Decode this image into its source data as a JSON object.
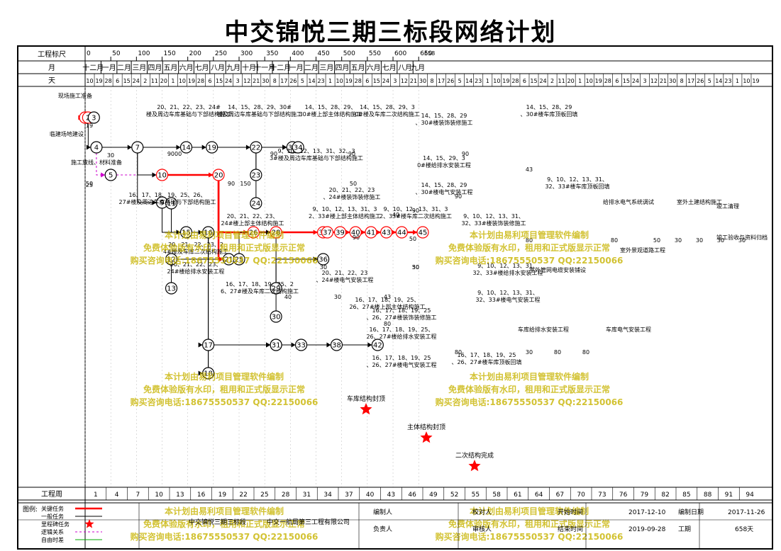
{
  "title": "中交锦悦三期三标段网络计划",
  "header": {
    "scale_label": "工程标尺",
    "month_label": "月",
    "day_label": "天",
    "week_label": "工程周"
  },
  "scale": {
    "start": 0,
    "end": 658,
    "ticks": [
      0,
      50,
      100,
      150,
      200,
      250,
      300,
      350,
      400,
      450,
      500,
      550,
      600,
      650
    ],
    "end_label": "658"
  },
  "months": [
    {
      "label": "十二月",
      "start": 0,
      "end": 31
    },
    {
      "label": "一月",
      "start": 31,
      "end": 62
    },
    {
      "label": "二月",
      "start": 62,
      "end": 90
    },
    {
      "label": "三月",
      "start": 90,
      "end": 121
    },
    {
      "label": "四月",
      "start": 121,
      "end": 151
    },
    {
      "label": "五月",
      "start": 151,
      "end": 182
    },
    {
      "label": "六月",
      "start": 182,
      "end": 212
    },
    {
      "label": "七月",
      "start": 212,
      "end": 243
    },
    {
      "label": "八月",
      "start": 243,
      "end": 274
    },
    {
      "label": "九月",
      "start": 274,
      "end": 304
    },
    {
      "label": "十月",
      "start": 304,
      "end": 335
    },
    {
      "label": "十一月",
      "start": 335,
      "end": 365
    },
    {
      "label": "十二月",
      "start": 365,
      "end": 396
    },
    {
      "label": "一月",
      "start": 396,
      "end": 427
    },
    {
      "label": "二月",
      "start": 427,
      "end": 455
    },
    {
      "label": "三月",
      "start": 455,
      "end": 486
    },
    {
      "label": "四月",
      "start": 486,
      "end": 516
    },
    {
      "label": "五月",
      "start": 516,
      "end": 547
    },
    {
      "label": "六月",
      "start": 547,
      "end": 577
    },
    {
      "label": "七月",
      "start": 577,
      "end": 608
    },
    {
      "label": "八月",
      "start": 608,
      "end": 639
    },
    {
      "label": "九月",
      "start": 639,
      "end": 658
    }
  ],
  "days": [
    "10",
    "19",
    "28",
    "6",
    "15",
    "24",
    "2",
    "11",
    "20",
    "1",
    "10",
    "19",
    "28",
    "6",
    "15",
    "24",
    "3",
    "12",
    "21",
    "30",
    "8",
    "17",
    "26",
    "5",
    "14",
    "23",
    "1",
    "10",
    "19",
    "28",
    "6",
    "15",
    "24",
    "3",
    "12",
    "21",
    "30",
    "8",
    "17",
    "26",
    "5",
    "14",
    "23",
    "1",
    "10",
    "19",
    "28",
    "6",
    "15",
    "24",
    "2",
    "11",
    "20",
    "1",
    "10",
    "19",
    "28",
    "6",
    "15",
    "24",
    "3",
    "12",
    "21",
    "30",
    "8",
    "17",
    "26",
    "5",
    "14",
    "23",
    "1",
    "10",
    "19"
  ],
  "weeks": [
    "1",
    "4",
    "7",
    "10",
    "13",
    "16",
    "19",
    "22",
    "25",
    "28",
    "31",
    "34",
    "37",
    "40",
    "43",
    "46",
    "49",
    "52",
    "55",
    "58",
    "61",
    "64",
    "67",
    "70",
    "73",
    "76",
    "79",
    "82",
    "85",
    "88",
    "91",
    "94"
  ],
  "nodes": [
    {
      "id": "1",
      "t": 0
    },
    {
      "id": "2",
      "t": 6
    },
    {
      "id": "3",
      "t": 17
    },
    {
      "id": "4",
      "t": 22
    },
    {
      "id": "5",
      "t": 50
    },
    {
      "id": "7",
      "t": 102
    },
    {
      "id": "9",
      "t": 150
    },
    {
      "id": "10",
      "t": 150
    },
    {
      "id": "11",
      "t": 168
    },
    {
      "id": "12",
      "t": 168
    },
    {
      "id": "13",
      "t": 168
    },
    {
      "id": "14",
      "t": 197
    },
    {
      "id": "15",
      "t": 197
    },
    {
      "id": "16",
      "t": 240
    },
    {
      "id": "17",
      "t": 240
    },
    {
      "id": "18",
      "t": 240
    },
    {
      "id": "19",
      "t": 247
    },
    {
      "id": "20",
      "t": 260
    },
    {
      "id": "21",
      "t": 280
    },
    {
      "id": "22",
      "t": 333
    },
    {
      "id": "23",
      "t": 333
    },
    {
      "id": "24",
      "t": 333
    },
    {
      "id": "25",
      "t": 300
    },
    {
      "id": "26",
      "t": 328
    },
    {
      "id": "27",
      "t": 372
    },
    {
      "id": "28",
      "t": 372
    },
    {
      "id": "29",
      "t": 372
    },
    {
      "id": "30",
      "t": 372
    },
    {
      "id": "31",
      "t": 372
    },
    {
      "id": "32",
      "t": 404
    },
    {
      "id": "33",
      "t": 421
    },
    {
      "id": "34",
      "t": 415
    },
    {
      "id": "35",
      "t": 464
    },
    {
      "id": "36",
      "t": 464
    },
    {
      "id": "37",
      "t": 472
    },
    {
      "id": "38",
      "t": 490
    },
    {
      "id": "39",
      "t": 497
    },
    {
      "id": "40",
      "t": 527
    },
    {
      "id": "41",
      "t": 557
    },
    {
      "id": "42",
      "t": 570
    },
    {
      "id": "43",
      "t": 587
    },
    {
      "id": "44",
      "t": 617
    },
    {
      "id": "45",
      "t": 658
    }
  ],
  "tasks": [
    {
      "text": "现场施工准备"
    },
    {
      "text": "临建场地建设"
    },
    {
      "text": "施工放线、材料准备"
    },
    {
      "text": "20、21、22、23、24#楼及周边车库基础与下部结构施工"
    },
    {
      "text": "14、15、28、29、30#楼及周边车库基础与下部结构施工"
    },
    {
      "text": "14、15、28、29、30#楼上部主体结构施工"
    },
    {
      "text": "14、15、28、29、30#楼及车库二次结构施工"
    },
    {
      "text": "14、15、28、29、30#楼装饰装修施工"
    },
    {
      "text": "14、15、28、29、30#楼车库顶板回填"
    },
    {
      "text": "9、10、12、13、31、32、33#楼及周边车库基础与下部结构施工"
    },
    {
      "text": "14、15、29、30#楼给排水安装工程"
    },
    {
      "text": "14、15、28、29、30#楼电气安装工程"
    },
    {
      "text": "16、17、18、19、25、26、27#楼及周边车库基础与下部结构施工"
    },
    {
      "text": "20、21、22、23、24#楼装饰装修施工"
    },
    {
      "text": "9、10、12、13、31、32、33#楼上部主体结构施工"
    },
    {
      "text": "9、10、12、13、31、32、33#楼车库二次结构施工"
    },
    {
      "text": "9、10、12、13、31、32、33#楼装饰装修施工"
    },
    {
      "text": "20、21、22、23、24#楼上部主体结构施工"
    },
    {
      "text": "20、21、22、23、24#楼及车库二次结构施工"
    },
    {
      "text": "20、21、22、23、24#楼给排水安装工程"
    },
    {
      "text": "20、21、22、23、24#楼电气安装工程"
    },
    {
      "text": "16、17、18、19、25、26、27#楼上部主体结构施工"
    },
    {
      "text": "16、17、18、19、25、26、27#楼及车库二次结构施工"
    },
    {
      "text": "16、17、18、19、25、26、27#楼装饰装修施工"
    },
    {
      "text": "16、17、18、19、25、26、27#楼给排水安装工程"
    },
    {
      "text": "16、17、18、19、25、26、27#楼电气安装工程"
    },
    {
      "text": "16、17、18、19、25、26、27#楼车库顶板回填"
    },
    {
      "text": "9、10、12、13、31、32、33#楼给排水安装工程"
    },
    {
      "text": "9、10、12、13、31、32、33#楼电气安装工程"
    },
    {
      "text": "9、10、12、13、31、32、33#楼车库顶板回填"
    },
    {
      "text": "车库给排水安装工程"
    },
    {
      "text": "车库电气安装工程"
    },
    {
      "text": "室外管网电缆安装铺设"
    },
    {
      "text": "给排水电气系统调试"
    },
    {
      "text": "室外景观道路工程"
    },
    {
      "text": "室外土建结构施工"
    },
    {
      "text": "竣工清理"
    },
    {
      "text": "竣工验收与资料归档"
    }
  ],
  "durations": [
    "19",
    "30",
    "25",
    "9000",
    "50",
    "150",
    "90",
    "90",
    "50",
    "90",
    "43",
    "90",
    "90",
    "90",
    "90",
    "50",
    "80",
    "50",
    "40",
    "43",
    "30",
    "80",
    "30",
    "80",
    "30",
    "80",
    "80",
    "80",
    "50",
    "30",
    "30",
    "30",
    "30",
    "30",
    "40"
  ],
  "milestones": [
    {
      "label": "车库结构封顶"
    },
    {
      "label": "主体结构封顶"
    },
    {
      "label": "二次结构完成"
    }
  ],
  "watermark": [
    "本计划由易利项目管理软件编制",
    "免费体验版有水印，租用和正式版显示正常",
    "购买咨询电话:18675550537 QQ:22150066"
  ],
  "legend": {
    "label": "图例:",
    "items": [
      "关键任务",
      "一般任务",
      "里程碑任务",
      "逻辑关系",
      "自由时差"
    ]
  },
  "footer": {
    "project": "中交锦悦三期三标段",
    "company": "中交一航局第三工程有限公司",
    "compiler_label": "编制人",
    "reviewer_label": "校对人",
    "start_label": "开始时间",
    "start": "2017-12-10",
    "date_label": "编制日期",
    "date": "2017-11-26",
    "leader_label": "负责人",
    "auditor_label": "审核人",
    "end_label": "结束时间",
    "end": "2019-09-28",
    "duration_label": "工期",
    "duration": "658天"
  },
  "colors": {
    "critical": "#ff0000",
    "normal": "#000000",
    "logic": "#cc00cc",
    "float": "#00aa00",
    "watermark": "#c8b400"
  }
}
